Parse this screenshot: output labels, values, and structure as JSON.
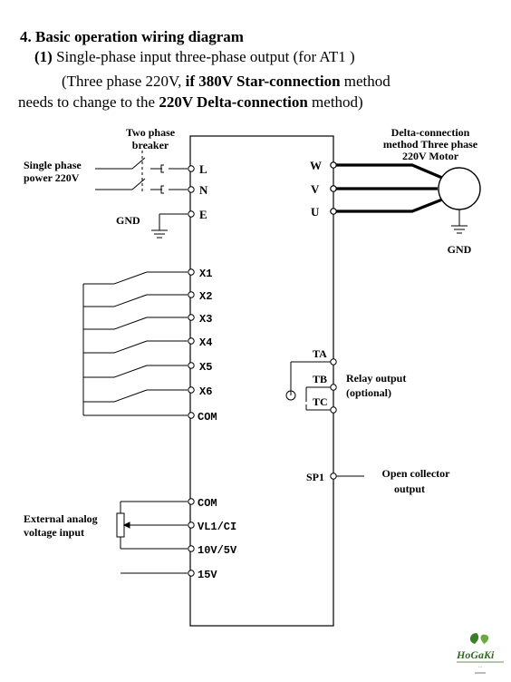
{
  "header": {
    "heading": "4. Basic operation wiring  diagram",
    "sub_num": "(1)",
    "sub_text": " Single-phase  input three-phase  output (for AT1 )",
    "note_a": "(Three  phase  220V, ",
    "note_b": "if 380V Star-connection",
    "note_c": "  method",
    "note_d": "needs to change to the ",
    "note_e": "220V Delta-connection",
    "note_f": " method)"
  },
  "labels": {
    "breaker": [
      "Two phase",
      "breaker"
    ],
    "power": [
      "Single phase",
      "power 220V"
    ],
    "gnd_left": "GND",
    "motor": [
      "Delta-connection",
      "method Three phase",
      "220V Motor"
    ],
    "gnd_right": "GND",
    "relay": [
      "Relay output",
      "(optional)"
    ],
    "open_collector": [
      "Open collector",
      "output"
    ],
    "analog": [
      "External analog",
      "voltage input"
    ]
  },
  "terminals_left": {
    "L": "L",
    "N": "N",
    "E": "E",
    "X1": "X1",
    "X2": "X2",
    "X3": "X3",
    "X4": "X4",
    "X5": "X5",
    "X6": "X6",
    "COM1": "COM",
    "COM2": "COM",
    "VL1": "VL1/CI",
    "V10": "10V/5V",
    "V15": "15V"
  },
  "terminals_right": {
    "W": "W",
    "V": "V",
    "U": "U",
    "TA": "TA",
    "TB": "TB",
    "TC": "TC",
    "SP1": "SP1"
  },
  "logo": {
    "text": "HoGaKi",
    "tagline": "…"
  }
}
